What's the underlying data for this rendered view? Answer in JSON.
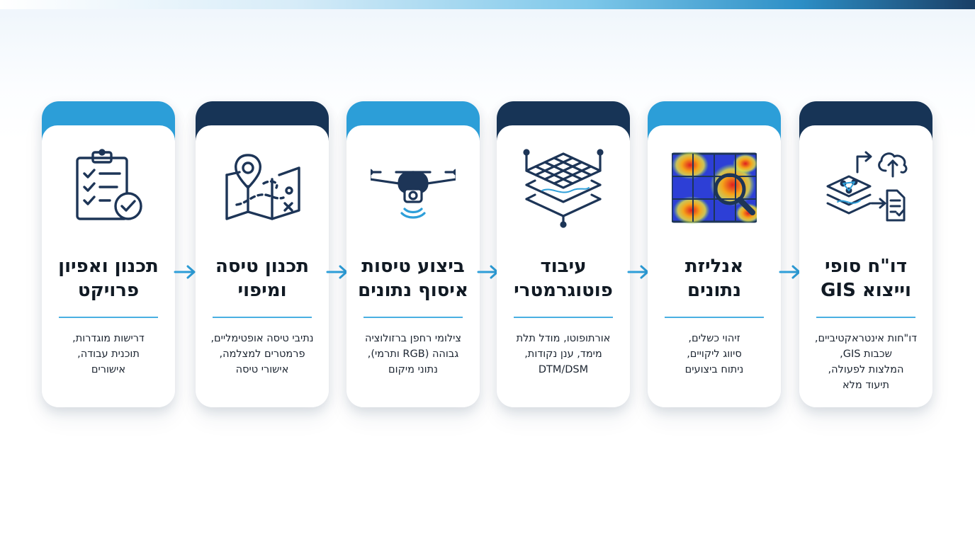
{
  "colors": {
    "accent_light": "#2c9ed8",
    "accent_dark": "#173456",
    "divider": "#4ab0e2",
    "arrow": "#2e9fd9",
    "icon_stroke": "#1d3557"
  },
  "steps": [
    {
      "title_line1": "תכנון ואפיון",
      "title_line2": "פרויקט",
      "desc_lines": [
        "דרישות מוגדרות,",
        "תוכנית עבודה,",
        "אישורים"
      ],
      "icon": "clipboard-checklist-icon"
    },
    {
      "title_line1": "תכנון טיסה",
      "title_line2": "ומיפוי",
      "desc_lines": [
        "נתיבי טיסה אופטימליים,",
        "פרמטרים למצלמה,",
        "אישורי טיסה"
      ],
      "icon": "map-pin-route-icon"
    },
    {
      "title_line1": "ביצוע טיסות",
      "title_line2": "איסוף נתונים",
      "desc_lines": [
        "צילומי רחפן ברזולוציה",
        "גבוהה (RGB ותרמי),",
        "נתוני מיקום"
      ],
      "icon": "drone-camera-icon"
    },
    {
      "title_line1": "עיבוד",
      "title_line2": "פוטוגרמטרי",
      "desc_lines": [
        "אורתופוטו, מודל תלת",
        "מימד, ענן נקודות,",
        "DTM/DSM"
      ],
      "icon": "layered-map-icon"
    },
    {
      "title_line1": "אנליזת",
      "title_line2": "נתונים",
      "desc_lines": [
        "זיהוי כשלים,",
        "סיווג ליקויים,",
        "ניתוח ביצועים"
      ],
      "icon": "heatmap-magnifier-icon"
    },
    {
      "title_line1": "דו\"ח סופי",
      "title_line2": "וייצוא GIS",
      "desc_lines": [
        "דו\"חות אינטראקטיביים,",
        "שכבות GIS,",
        "המלצות לפעולה,",
        "תיעוד מלא"
      ],
      "icon": "gis-export-report-icon"
    }
  ]
}
